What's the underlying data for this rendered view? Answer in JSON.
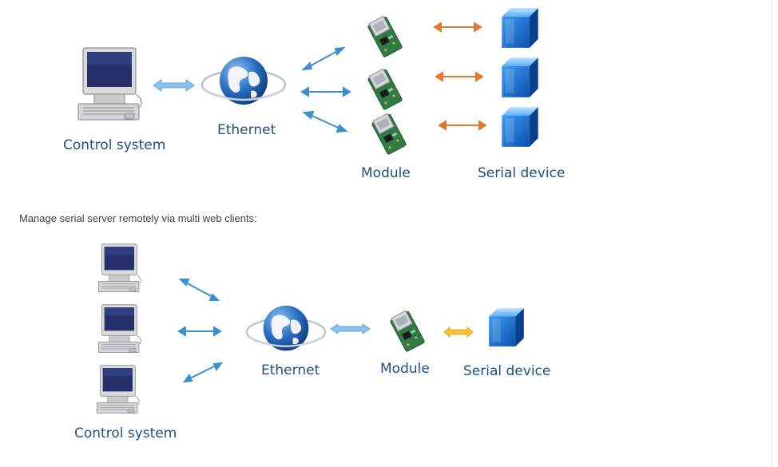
{
  "diagram_top": {
    "control_label": "Control system",
    "ethernet_label": "Ethernet",
    "module_label": "Module",
    "serial_label": "Serial device"
  },
  "caption": "Manage serial server remotely via multi web clients:",
  "diagram_bottom": {
    "control_label": "Control system",
    "ethernet_label": "Ethernet",
    "module_label": "Module",
    "serial_label": "Serial device"
  },
  "colors": {
    "label": "#1f4f82",
    "network_arrow": "#3a8fd1",
    "serial_arrow": "#e07a2e",
    "serial_arrow_bottom": "#f0b323",
    "device_cube": "#1a73d4"
  },
  "icons": [
    "computer-icon",
    "globe-icon",
    "module-board-icon",
    "serial-device-cube-icon",
    "bidirectional-arrow-icon"
  ]
}
